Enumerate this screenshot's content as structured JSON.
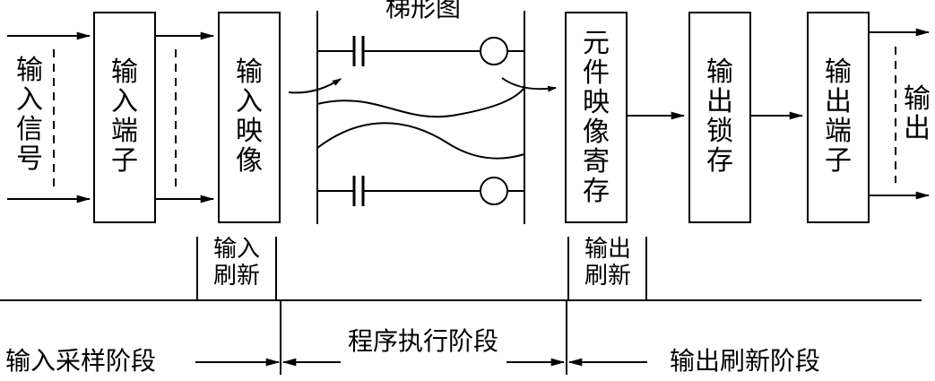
{
  "signals": {
    "input_signal": "输入信号",
    "output": "输出"
  },
  "boxes": {
    "input_terminal": "输入端子",
    "input_image": "输入映像",
    "element_image_register": "元件映像寄存",
    "output_latch": "输出锁存",
    "output_terminal": "输出端子"
  },
  "ladder": {
    "title": "梯形图"
  },
  "refresh": {
    "input_refresh": [
      "输入",
      "刷新"
    ],
    "output_refresh": [
      "输出",
      "刷新"
    ]
  },
  "phases": {
    "input_sampling": "输入采样阶段",
    "program_execution": "程序执行阶段",
    "output_refresh": "输出刷新阶段"
  }
}
